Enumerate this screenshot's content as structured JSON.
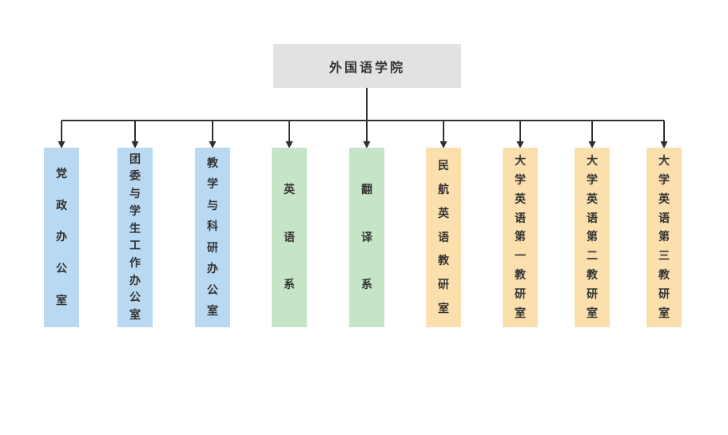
{
  "root": {
    "label": "外国语学院"
  },
  "departments": [
    {
      "label": "党政办公室",
      "group": "admin"
    },
    {
      "label": "团委与学生工作办公室",
      "group": "admin"
    },
    {
      "label": "教学与科研办公室",
      "group": "admin"
    },
    {
      "label": "英语系",
      "group": "department"
    },
    {
      "label": "翻译系",
      "group": "department"
    },
    {
      "label": "民航英语教研室",
      "group": "teaching-office"
    },
    {
      "label": "大学英语第一教研室",
      "group": "teaching-office"
    },
    {
      "label": "大学英语第二教研室",
      "group": "teaching-office"
    },
    {
      "label": "大学英语第三教研室",
      "group": "teaching-office"
    }
  ],
  "palette": {
    "root_box": "#e2e2e2",
    "admin_blue": "#b9d9f2",
    "department_green": "#c6e5c7",
    "teaching_office_orange": "#fbdfad",
    "connector_line": "#2f2f2f",
    "text": "#333333"
  }
}
